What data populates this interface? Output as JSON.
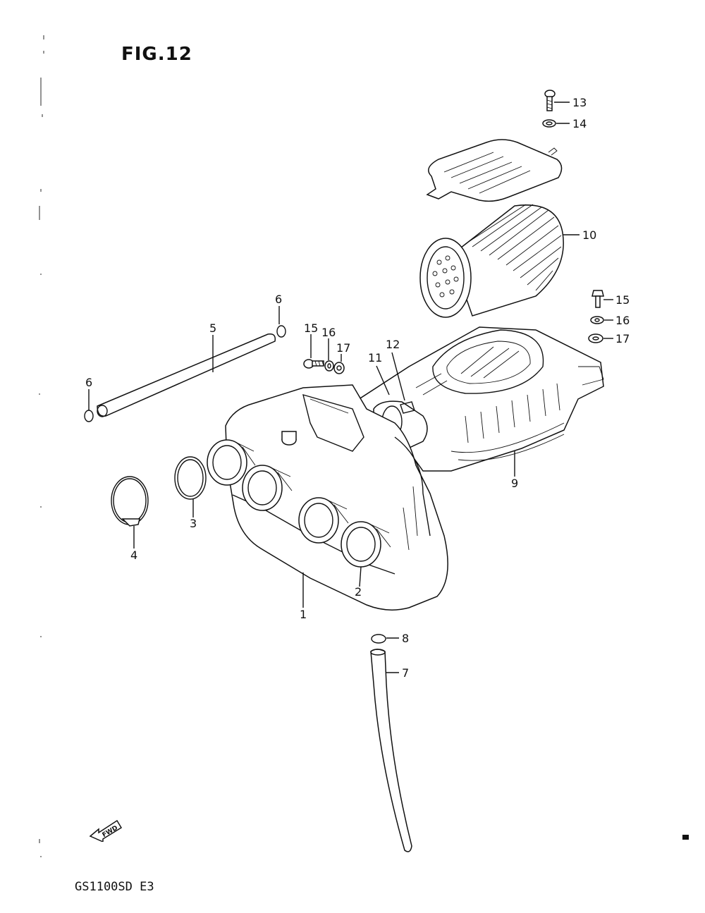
{
  "figure": {
    "title": "FIG.12",
    "model_code": "GS1100SD  E3",
    "fwd_label": "FWD"
  },
  "callouts": [
    "1",
    "2",
    "3",
    "4",
    "5",
    "6",
    "6",
    "7",
    "8",
    "9",
    "10",
    "11",
    "12",
    "13",
    "14",
    "15",
    "16",
    "17",
    "15",
    "16",
    "17"
  ]
}
